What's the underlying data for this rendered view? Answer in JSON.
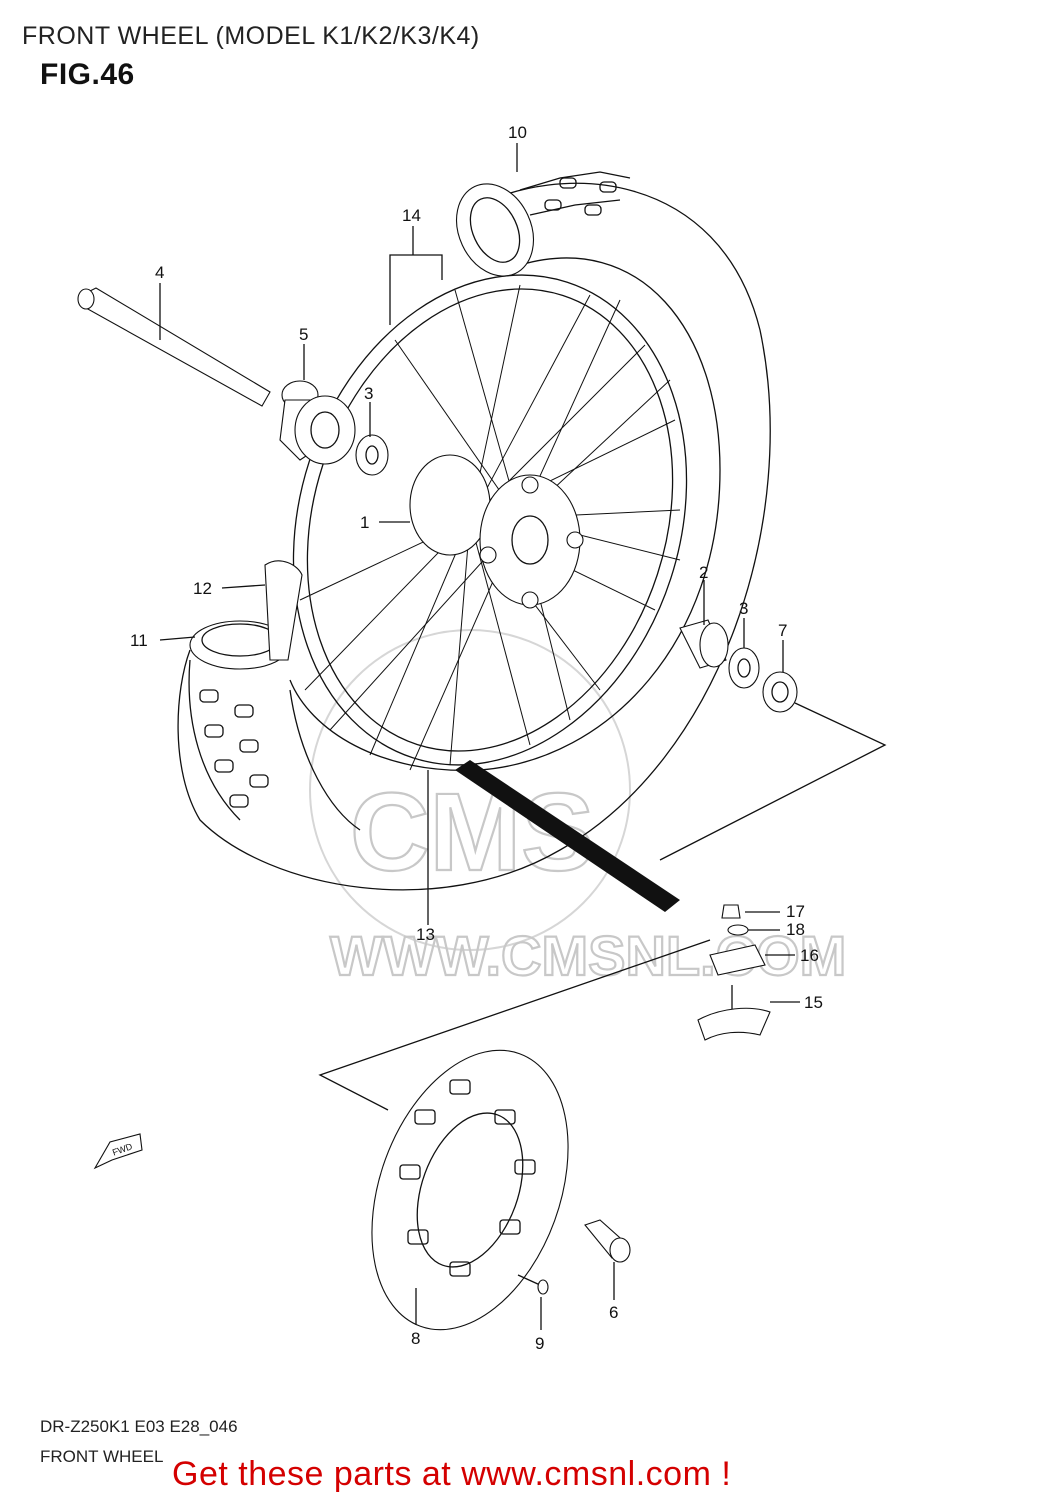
{
  "header": {
    "title": "FRONT WHEEL (MODEL K1/K2/K3/K4)",
    "figure": "FIG.46"
  },
  "callouts": {
    "c1": "1",
    "c2": "2",
    "c3a": "3",
    "c3b": "3",
    "c4": "4",
    "c5": "5",
    "c6": "6",
    "c7": "7",
    "c8": "8",
    "c9": "9",
    "c10": "10",
    "c11": "11",
    "c12": "12",
    "c13": "13",
    "c14": "14",
    "c15": "15",
    "c16": "16",
    "c17": "17",
    "c18": "18"
  },
  "direction_arrow": {
    "label": "FWD"
  },
  "watermark": {
    "logo": "CMS",
    "url": "WWW.CMSNL.COM"
  },
  "footer": {
    "model_code": "DR-Z250K1 E03 E28_046",
    "section": "FRONT WHEEL",
    "cta": "Get these parts at www.cmsnl.com !"
  }
}
